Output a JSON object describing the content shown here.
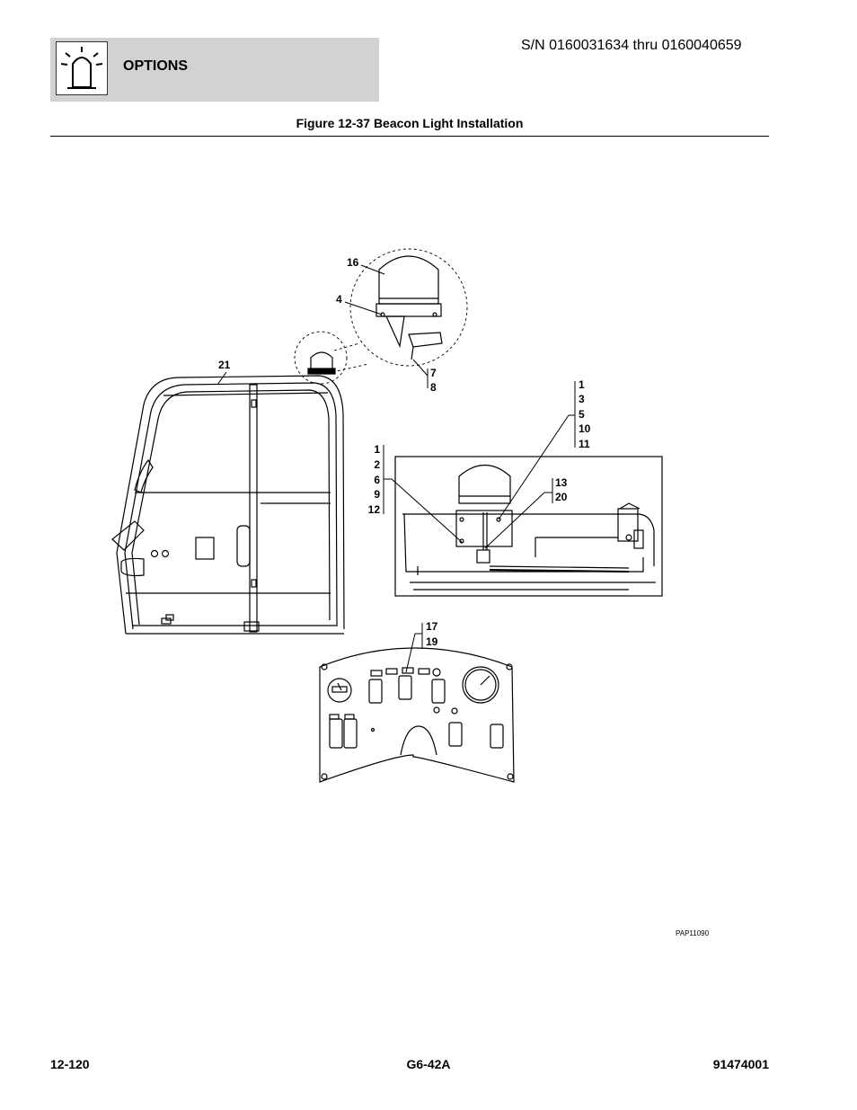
{
  "header": {
    "section": "OPTIONS",
    "serial_range": "S/N 0160031634 thru 0160040659",
    "icon": "beacon-light-icon"
  },
  "figure": {
    "title": "Figure 12-37 Beacon Light Installation",
    "reference_code": "PAP11090",
    "callouts": {
      "c16": "16",
      "c4": "4",
      "c21": "21",
      "c7_8": [
        "7",
        "8"
      ],
      "c1_3_5_10_11": [
        "1",
        "3",
        "5",
        "10",
        "11"
      ],
      "c1_2_6_9_12": [
        "1",
        "2",
        "6",
        "9",
        "12"
      ],
      "c13_20": [
        "13",
        "20"
      ],
      "c17_19": [
        "17",
        "19"
      ]
    }
  },
  "footer": {
    "page": "12-120",
    "model": "G6-42A",
    "doc_number": "91474001"
  }
}
